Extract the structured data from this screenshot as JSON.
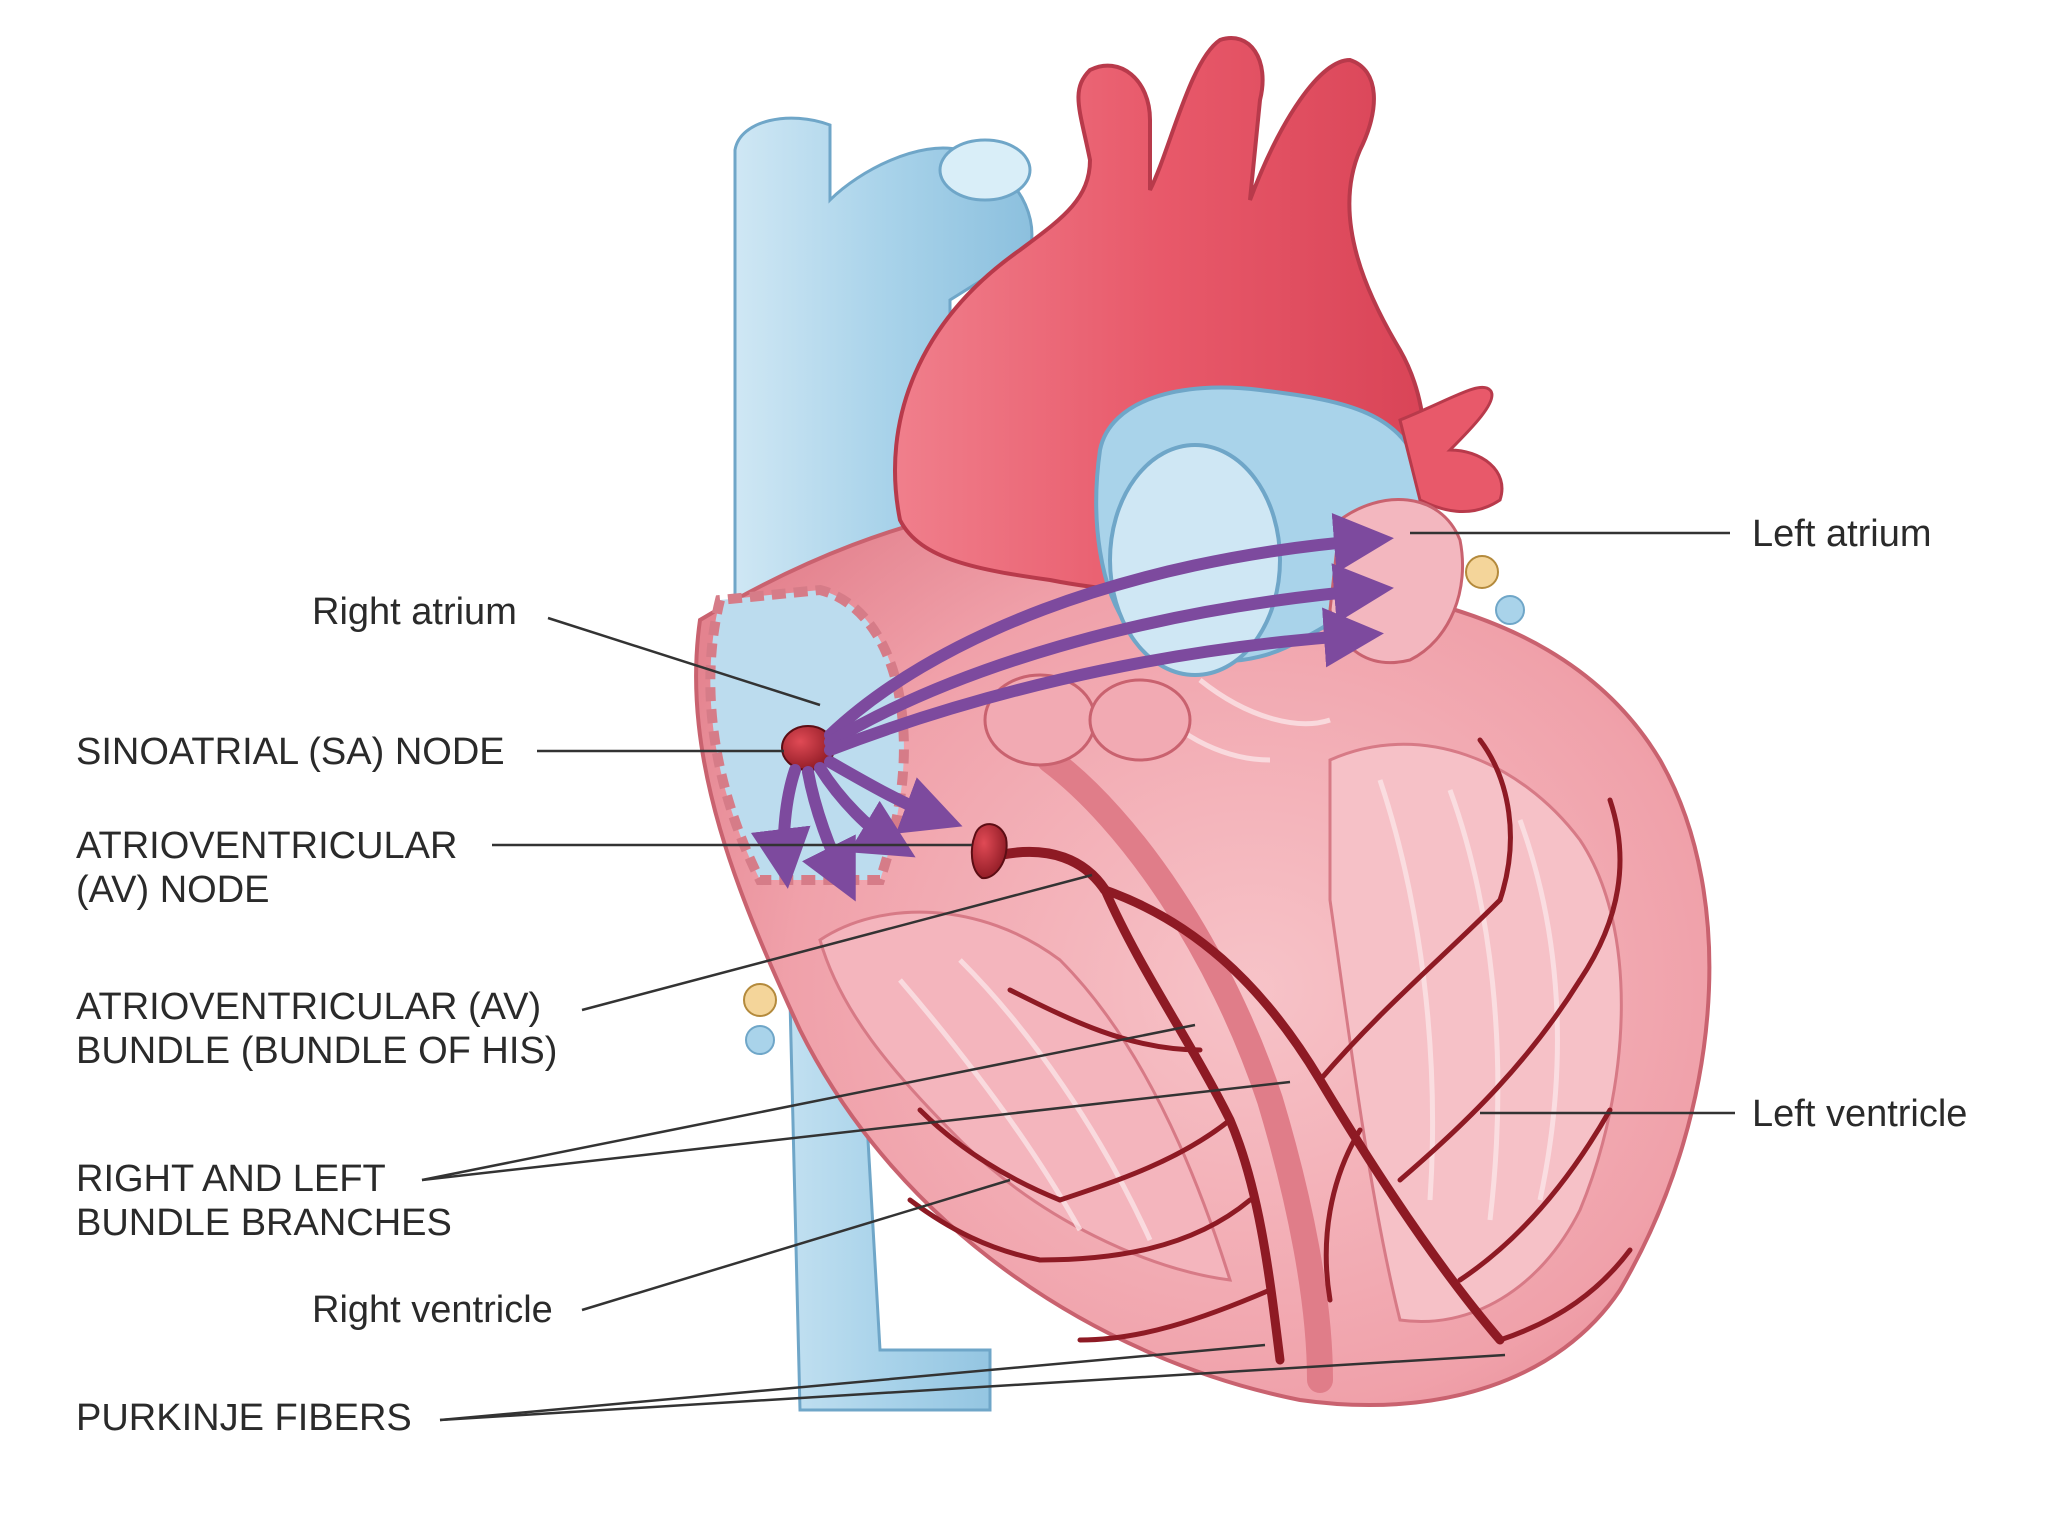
{
  "labels": {
    "right_atrium": "Right atrium",
    "sa_node": "SINOATRIAL (SA) NODE",
    "av_node_line1": "ATRIOVENTRICULAR",
    "av_node_line2": "(AV) NODE",
    "av_bundle_line1": "ATRIOVENTRICULAR (AV)",
    "av_bundle_line2": "BUNDLE (BUNDLE OF HIS)",
    "bundle_branches_line1": "RIGHT AND LEFT",
    "bundle_branches_line2": "BUNDLE BRANCHES",
    "right_ventricle": "Right ventricle",
    "purkinje_fibers": "PURKINJE FIBERS",
    "left_atrium": "Left atrium",
    "left_ventricle": "Left ventricle"
  },
  "colors": {
    "vein_blue": "#a9d3ea",
    "artery_red": "#e8596a",
    "muscle_pink": "#f3a9b0",
    "conduction_dark": "#8e1a24",
    "signal_purple": "#7d4a9e",
    "leader_line": "#333333"
  }
}
